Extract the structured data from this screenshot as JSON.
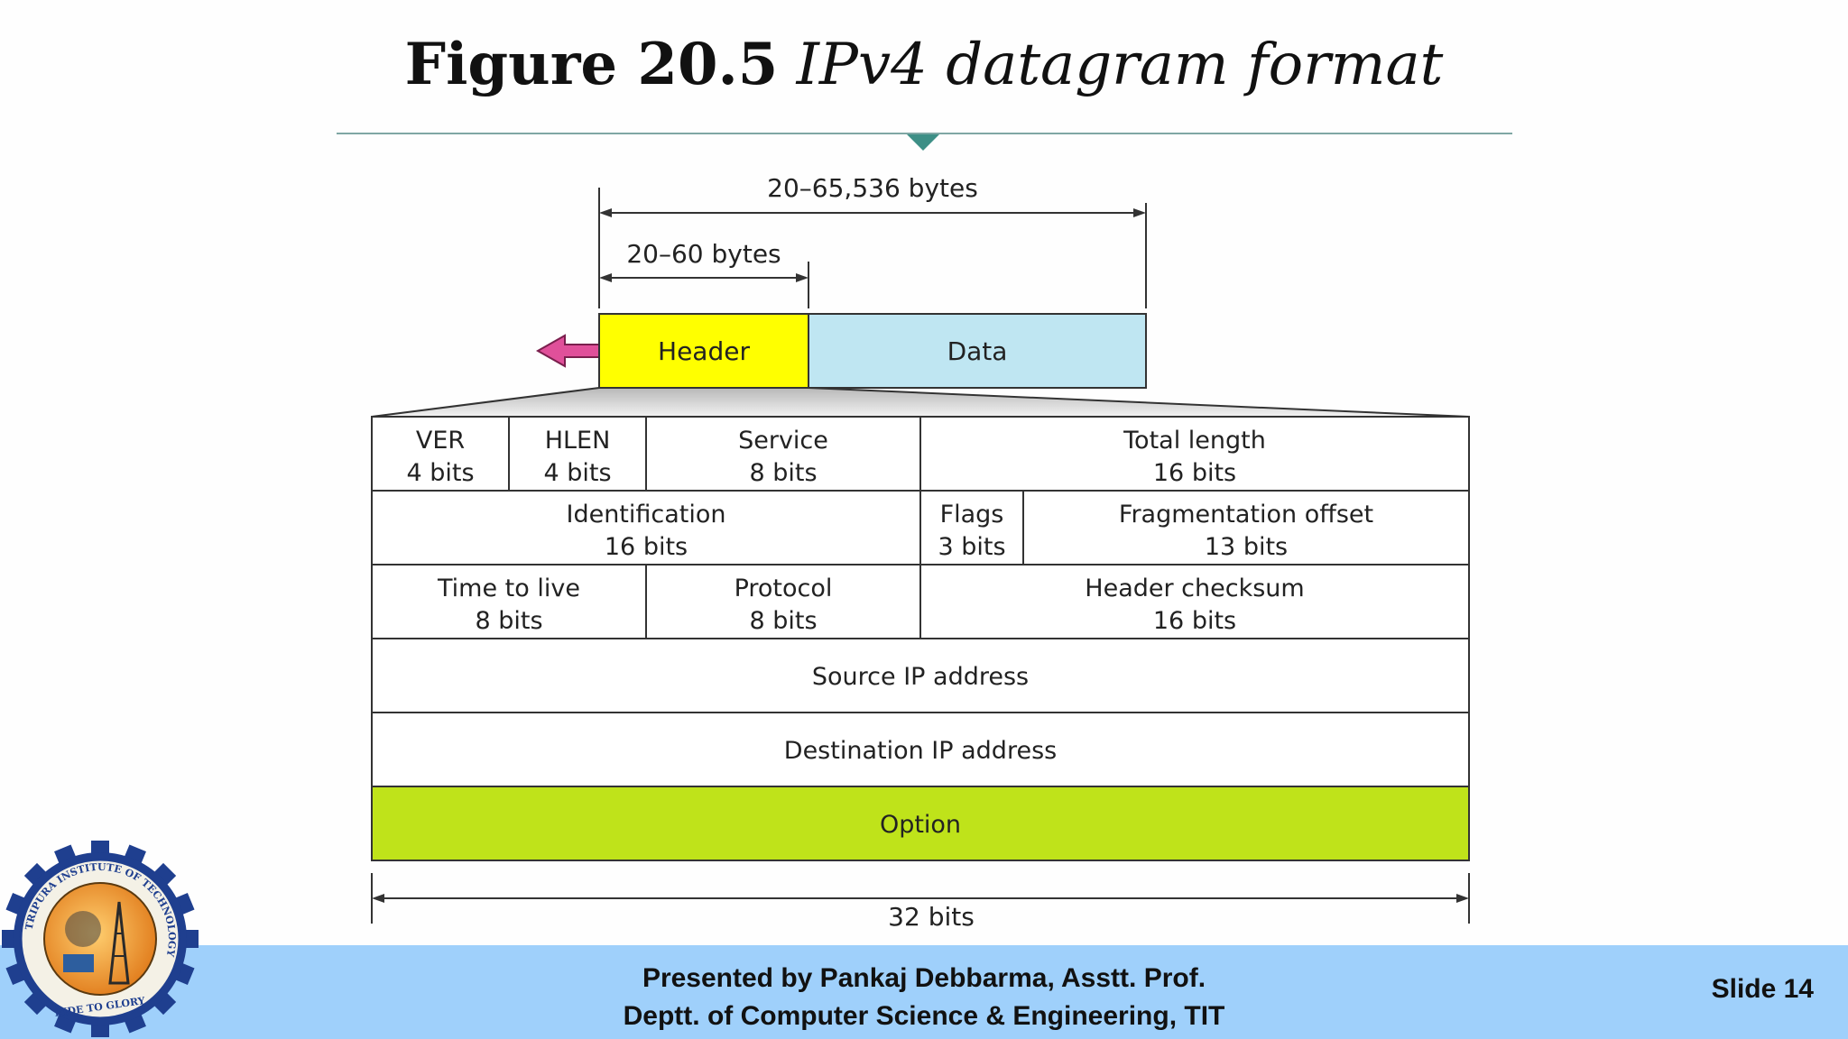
{
  "title": {
    "number": "Figure 20.5",
    "caption": "IPv4 datagram format"
  },
  "diagram": {
    "dim_total": "20–65,536 bytes",
    "dim_header": "20–60 bytes",
    "header_label": "Header",
    "data_label": "Data",
    "width_label": "32 bits",
    "colors": {
      "header": "#ffff00",
      "data": "#bfe6f2",
      "option": "#bfe31a",
      "arrow": "#e0509a"
    },
    "rows": [
      [
        {
          "name": "VER",
          "bits": "4 bits"
        },
        {
          "name": "HLEN",
          "bits": "4 bits"
        },
        {
          "name": "Service",
          "bits": "8 bits"
        },
        {
          "name": "Total length",
          "bits": "16 bits"
        }
      ],
      [
        {
          "name": "Identification",
          "bits": "16 bits"
        },
        {
          "name": "Flags",
          "bits": "3 bits"
        },
        {
          "name": "Fragmentation offset",
          "bits": "13 bits"
        }
      ],
      [
        {
          "name": "Time to live",
          "bits": "8 bits"
        },
        {
          "name": "Protocol",
          "bits": "8 bits"
        },
        {
          "name": "Header checksum",
          "bits": "16 bits"
        }
      ],
      [
        {
          "name": "Source IP address"
        }
      ],
      [
        {
          "name": "Destination IP address"
        }
      ],
      [
        {
          "name": "Option"
        }
      ]
    ]
  },
  "footer": {
    "line1": "Presented by Pankaj Debbarma, Asstt. Prof.",
    "line2": "Deptt. of Computer Science & Engineering, TIT",
    "slide": "Slide 14"
  },
  "logo": {
    "ring_text": "TRIPURA INSTITUTE OF TECHNOLOGY",
    "motto": "RIDE TO GLORY"
  }
}
